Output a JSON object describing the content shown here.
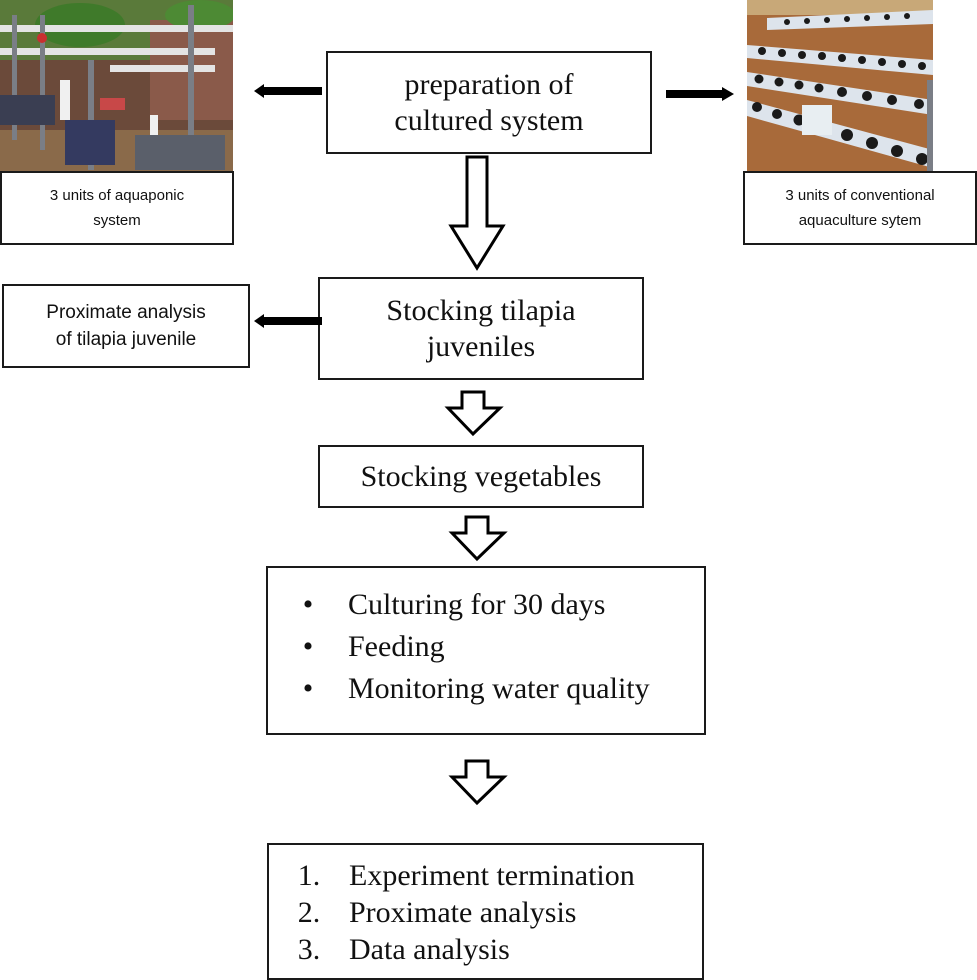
{
  "diagram": {
    "type": "flowchart",
    "nodes": {
      "prep": {
        "lines": [
          "preparation of",
          "cultured system"
        ]
      },
      "aquaponic": {
        "lines": [
          "3 units of aquaponic",
          "system"
        ],
        "photo": "aquaponic-system-photo"
      },
      "conventional": {
        "lines": [
          "3 units of conventional",
          "aquaculture sytem"
        ],
        "photo": "conventional-aquaculture-photo"
      },
      "stocking_tilapia": {
        "lines": [
          "Stocking tilapia",
          "juveniles"
        ]
      },
      "proximate_juvenile": {
        "lines": [
          "Proximate analysis",
          "of tilapia juvenile"
        ]
      },
      "stocking_veg": {
        "lines": [
          "Stocking vegetables"
        ]
      },
      "culturing": {
        "bullet": "•",
        "items": [
          "Culturing for 30 days",
          "Feeding",
          "Monitoring water quality"
        ]
      },
      "final": {
        "items": [
          {
            "num": "1.",
            "text": "Experiment termination"
          },
          {
            "num": "2.",
            "text": "Proximate analysis"
          },
          {
            "num": "3.",
            "text": "Data analysis"
          }
        ]
      }
    },
    "edges": [
      {
        "from": "prep",
        "to": "aquaponic",
        "style": "solid-arrow-left"
      },
      {
        "from": "prep",
        "to": "conventional",
        "style": "solid-arrow-right"
      },
      {
        "from": "prep",
        "to": "stocking_tilapia",
        "style": "hollow-arrow-down"
      },
      {
        "from": "stocking_tilapia",
        "to": "proximate_juvenile",
        "style": "solid-arrow-left"
      },
      {
        "from": "stocking_tilapia",
        "to": "stocking_veg",
        "style": "hollow-arrow-down"
      },
      {
        "from": "stocking_veg",
        "to": "culturing",
        "style": "hollow-arrow-down"
      },
      {
        "from": "culturing",
        "to": "final",
        "style": "hollow-arrow-down"
      }
    ],
    "colors": {
      "line": "#1a1a1a",
      "background": "#ffffff"
    }
  }
}
